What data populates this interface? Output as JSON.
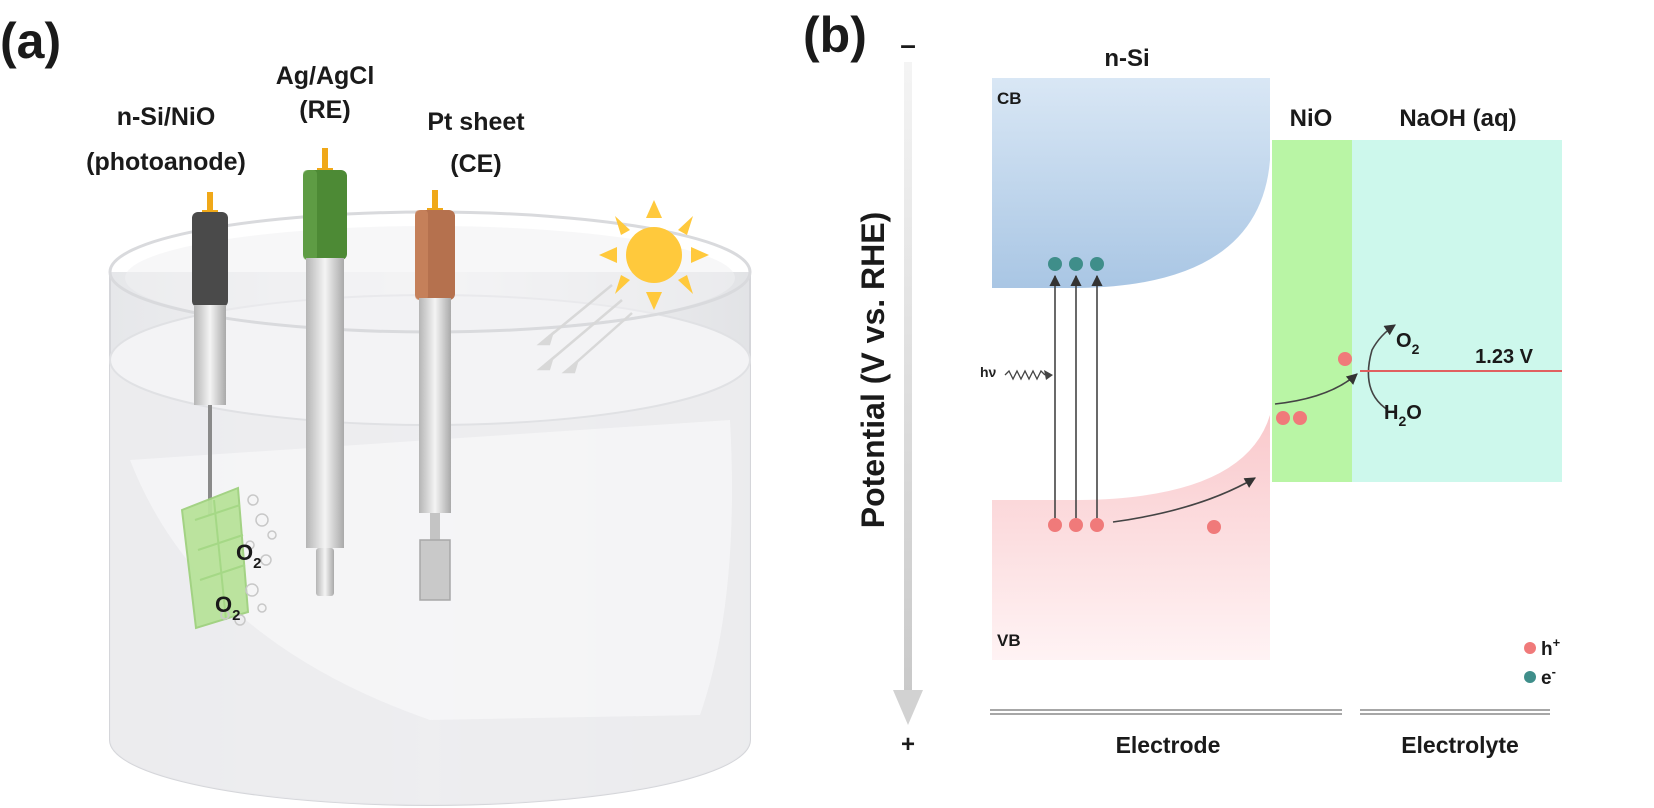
{
  "panel_a": {
    "tag": "(a)",
    "electrodes": {
      "working": {
        "line1": "n-Si/NiO",
        "line2": "(photoanode)"
      },
      "reference": {
        "line1": "Ag/AgCl",
        "line2": "(RE)"
      },
      "counter": {
        "line1": "Pt sheet",
        "line2": "(CE)"
      }
    },
    "bubbles": [
      {
        "base": "O",
        "sub": "2"
      },
      {
        "base": "O",
        "sub": "2"
      }
    ],
    "colors": {
      "working_cap": "#4a4a4a",
      "reference_cap": "#4d8a35",
      "counter_cap": "#b5714e",
      "sun": "#ffc93c",
      "photoanode": "#b8e39a"
    }
  },
  "panel_b": {
    "tag": "(b)",
    "axis": {
      "top_sign": "–",
      "bottom_sign": "+",
      "label": "Potential (V vs. RHE)"
    },
    "regions": {
      "nsi": "n-Si",
      "nio": "NiO",
      "electrolyte": "NaOH (aq)"
    },
    "bands": {
      "cb": "CB",
      "vb": "VB"
    },
    "photon": "hν",
    "product": {
      "base": "O",
      "sub": "2"
    },
    "reactant": {
      "base": "H",
      "sub": "2",
      "tail": "O"
    },
    "potential_line": "1.23 V",
    "legend": {
      "hole": {
        "base": "h",
        "sup": "+"
      },
      "electron": {
        "base": "e",
        "sup": "-"
      }
    },
    "bottom": {
      "electrode": "Electrode",
      "electrolyte": "Electrolyte"
    },
    "colors": {
      "cb": "#bcd4ec",
      "vb": "#fde0e2",
      "nio": "#b9f5a5",
      "electrolyte": "#cdf8ec",
      "hole": "#f07a7a",
      "electron": "#3f8e8a",
      "redox_line": "#e06060"
    }
  }
}
